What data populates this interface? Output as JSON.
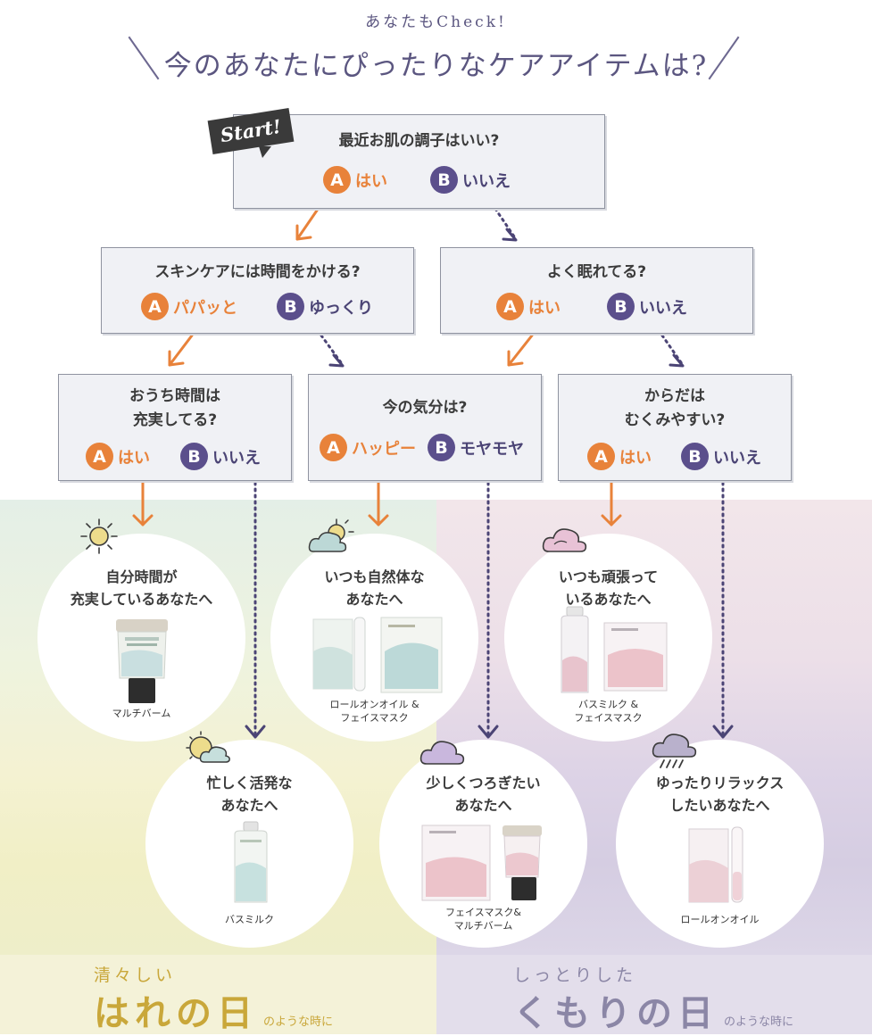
{
  "header": {
    "subtitle": "あなたもCheck!",
    "title": "今のあなたにぴったりなケアアイテムは?"
  },
  "start_label": "Start!",
  "questions": {
    "q1": {
      "text": "最近お肌の調子はいい?",
      "a": "はい",
      "b": "いいえ"
    },
    "q2": {
      "text": "スキンケアには時間をかける?",
      "a": "パパッと",
      "b": "ゆっくり"
    },
    "q3": {
      "text": "よく眠れてる?",
      "a": "はい",
      "b": "いいえ"
    },
    "q4": {
      "line1": "おうち時間は",
      "line2": "充実してる?",
      "a": "はい",
      "b": "いいえ"
    },
    "q5": {
      "text": "今の気分は?",
      "a": "ハッピー",
      "b": "モヤモヤ"
    },
    "q6": {
      "line1": "からだは",
      "line2": "むくみやすい?",
      "a": "はい",
      "b": "いいえ"
    }
  },
  "badges": {
    "a": "A",
    "b": "B"
  },
  "results": {
    "r1": {
      "line1": "自分時間が",
      "line2": "充実しているあなたへ",
      "caption": "マルチバーム",
      "icon": "sun-icon"
    },
    "r2": {
      "line1": "いつも自然体な",
      "line2": "あなたへ",
      "caption1": "ロールオンオイル &",
      "caption2": "フェイスマスク",
      "icon": "sun-cloud-icon"
    },
    "r3": {
      "line1": "いつも頑張って",
      "line2": "いるあなたへ",
      "caption1": "バスミルク &",
      "caption2": "フェイスマスク",
      "icon": "cloud-icon"
    },
    "r4": {
      "line1": "忙しく活発な",
      "line2": "あなたへ",
      "caption": "バスミルク",
      "icon": "cloud-sun-icon"
    },
    "r5": {
      "line1": "少しくつろぎたい",
      "line2": "あなたへ",
      "caption1": "フェイスマスク&",
      "caption2": "マルチバーム",
      "icon": "cloud-icon"
    },
    "r6": {
      "line1": "ゆったりリラックス",
      "line2": "したいあなたへ",
      "caption": "ロールオンオイル",
      "icon": "rain-cloud-icon"
    }
  },
  "footer": {
    "left": {
      "small": "清々しい",
      "big": "はれの日",
      "tail": "のような時に"
    },
    "right": {
      "small": "しっとりした",
      "big": "くもりの日",
      "tail": "のような時に"
    }
  },
  "colors": {
    "accent_a": "#e8823a",
    "accent_b": "#5b4f8c",
    "title": "#5b5680",
    "footer_left": "#c9a73a",
    "footer_right": "#8b86a6"
  }
}
